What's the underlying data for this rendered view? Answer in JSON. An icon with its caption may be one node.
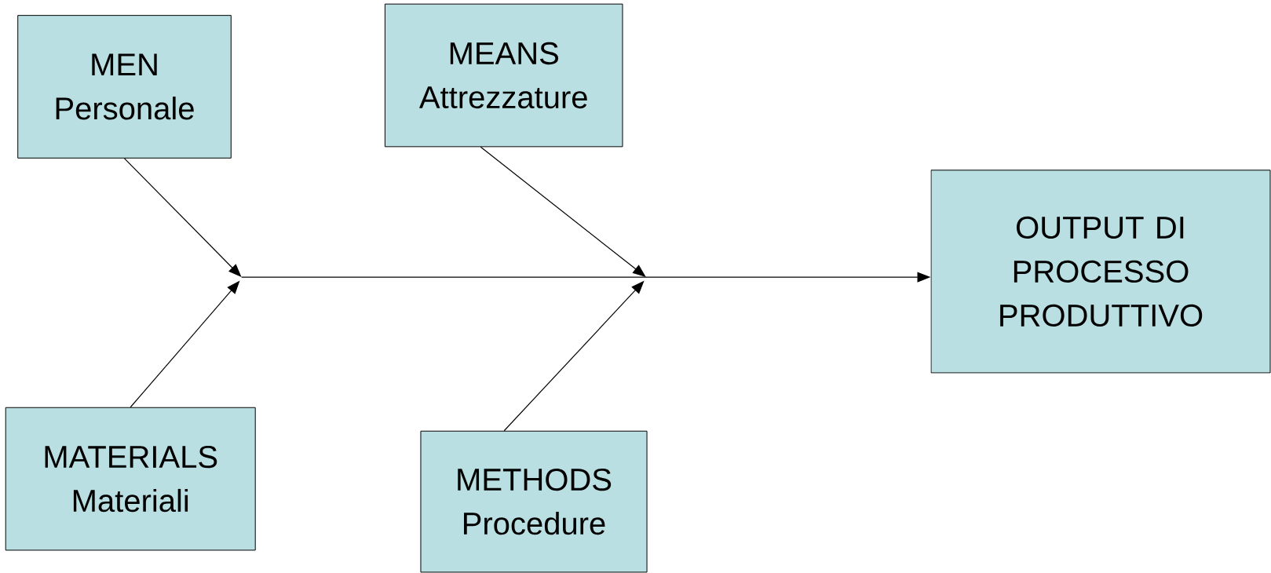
{
  "diagram": {
    "nodes": [
      {
        "text": [
          "MEN",
          "Personale"
        ]
      },
      {
        "text": [
          "MEANS",
          "Attrezzature"
        ]
      },
      {
        "text": [
          "OUTPUT DI PROCESSO PRODUTTIVO"
        ]
      },
      {
        "text": [
          "MATERIALS",
          "Materiali"
        ]
      },
      {
        "text": [
          "METHODS",
          "Procedure"
        ]
      }
    ],
    "edges": [
      {
        "from": 0,
        "to": null,
        "arrow": "to"
      },
      {
        "from": 3,
        "to": null,
        "arrow": "to"
      },
      {
        "from": 1,
        "to": null,
        "arrow": "to"
      },
      {
        "from": 4,
        "to": null,
        "arrow": "to"
      },
      {
        "from": null,
        "to": 2,
        "arrow": "to"
      }
    ]
  }
}
